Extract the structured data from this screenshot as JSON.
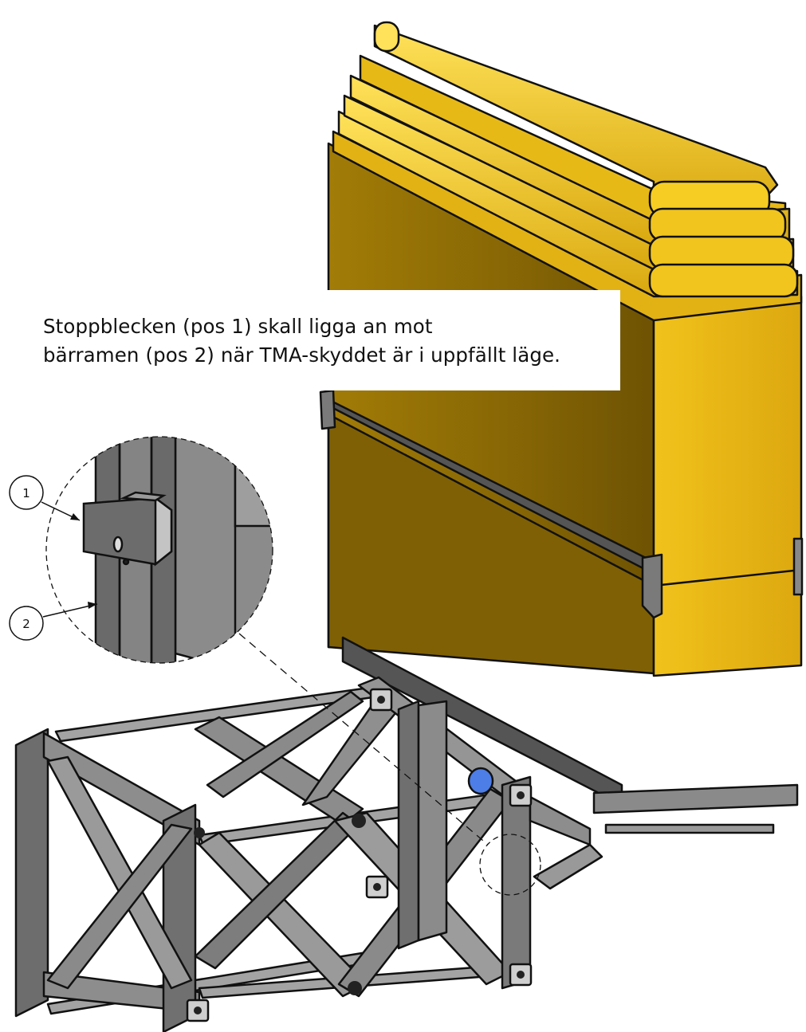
{
  "note": {
    "line1": "Stoppblecken (pos 1) skall ligga an mot",
    "line2": "bärramen (pos 2) när TMA-skyddet är i uppfällt läge."
  },
  "callouts": [
    {
      "id": "1",
      "label": "1"
    },
    {
      "id": "2",
      "label": "2"
    }
  ],
  "colors": {
    "yellow_light": "#f3c418",
    "yellow_mid": "#dba911",
    "yellow_dark": "#7b5c04",
    "steel_light": "#9a9a9a",
    "steel_mid": "#6e6e6e",
    "steel_dark": "#3d3d3d",
    "outline": "#111111",
    "accent_blue": "#4d7de6"
  }
}
